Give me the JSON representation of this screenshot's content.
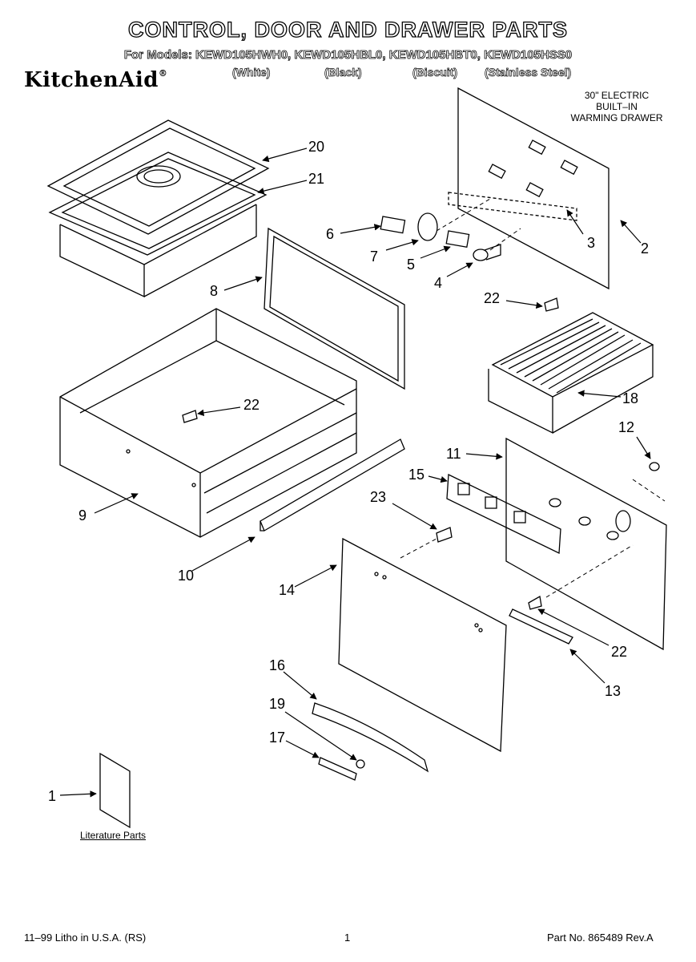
{
  "header": {
    "title": "CONTROL, DOOR AND DRAWER PARTS",
    "models_line": "For Models: KEWD105HWH0, KEWD105HBL0, KEWD105HBT0, KEWD105HSS0",
    "brand": "KitchenAid",
    "colors": [
      "(White)",
      "(Black)",
      "(Biscuit)",
      "(Stainless Steel)"
    ],
    "product_line1": "30\" ELECTRIC",
    "product_line2": "BUILT–IN",
    "product_line3": "WARMING DRAWER"
  },
  "callouts": {
    "c20": "20",
    "c21": "21",
    "c6": "6",
    "c7": "7",
    "c5": "5",
    "c3": "3",
    "c2": "2",
    "c4": "4",
    "c8": "8",
    "c22a": "22",
    "c22b": "22",
    "c22c": "22",
    "c18": "18",
    "c12": "12",
    "c11": "11",
    "c15": "15",
    "c9": "9",
    "c23": "23",
    "c10": "10",
    "c14": "14",
    "c13": "13",
    "c16": "16",
    "c19": "19",
    "c17": "17",
    "c1": "1"
  },
  "literature_label": "Literature Parts",
  "footer": {
    "left": "11–99 Litho in U.S.A. (RS)",
    "page": "1",
    "right": "Part No. 865489 Rev.A"
  }
}
